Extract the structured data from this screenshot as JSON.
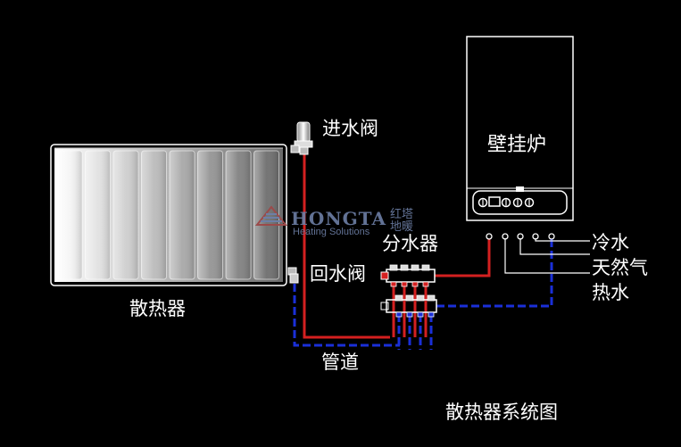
{
  "labels": {
    "inlet_valve": "进水阀",
    "boiler": "壁挂炉",
    "manifold": "分水器",
    "return_valve": "回水阀",
    "radiator": "散热器",
    "pipe": "管道",
    "cold_water": "冷水",
    "natural_gas": "天然气",
    "hot_water": "热水",
    "title": "散热器系统图"
  },
  "watermark": {
    "brand": "HONGTA",
    "subtitle": "Heating Solutions",
    "cn": "红塔地暖"
  },
  "colors": {
    "background": "#000000",
    "outline": "#ffffff",
    "supply_pipe": "#d42020",
    "return_pipe": "#1a2fd8",
    "watermark": "#6d7fa6"
  }
}
